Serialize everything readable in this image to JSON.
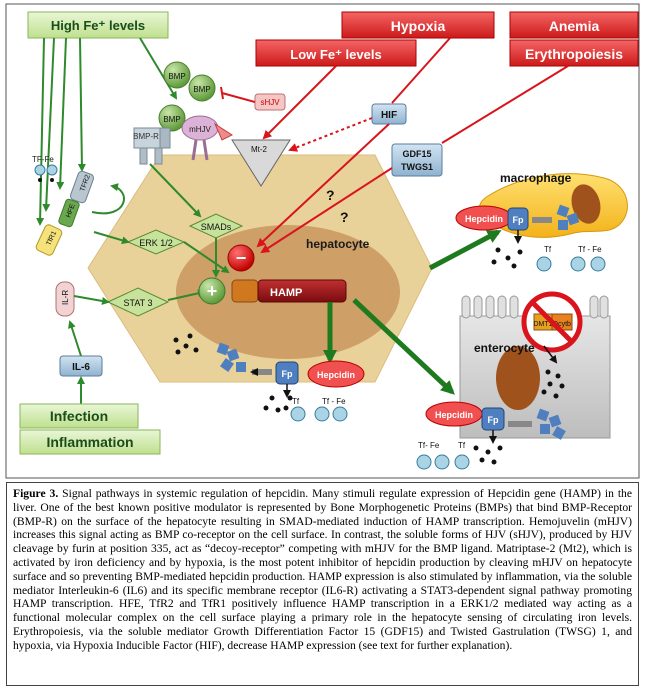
{
  "stimuli": {
    "high_fe": "High Fe⁺ levels",
    "low_fe": "Low Fe⁺ levels",
    "hypoxia": "Hypoxia",
    "anemia": "Anemia",
    "erythropoiesis": "Erythropoiesis",
    "infection": "Infection",
    "inflammation": "Inflammation"
  },
  "molecules": {
    "bmp": "BMP",
    "bmp_r": "BMP-R",
    "mhjv": "mHJV",
    "shjv": "sHJV",
    "mt2": "Mt-2",
    "hif": "HIF",
    "gdf15": "GDF15",
    "twsg1": "TWGS1",
    "tf_fe": "TF-Fe",
    "tfr2": "TFR2",
    "hfe": "HFE",
    "tfr1": "TfR1",
    "smads": "SMADs",
    "erk": "ERK 1/2",
    "stat3": "STAT 3",
    "il_r": "IL-R",
    "il6": "IL-6",
    "hamp": "HAMP",
    "hepcidin": "Hepcidin",
    "fp": "Fp",
    "tf": "Tf",
    "tf_fe_small": "Tf - Fe",
    "tf_fe_small2": "Tf- Fe",
    "dmt1": "DMT1",
    "dcytb": "Dcytb",
    "question": "?",
    "minus": "−",
    "plus": "+"
  },
  "cells": {
    "hepatocyte": "hepatocyte",
    "macrophage": "macrophage",
    "enterocyte": "enterocyte"
  },
  "caption": {
    "label": "Figure 3.",
    "text": " Signal pathways in systemic regulation of hepcidin. Many stimuli regulate expression of Hepcidin gene (HAMP) in the liver. One of the best known positive modulator is represented by Bone Morphogenetic Proteins (BMPs) that bind BMP-Receptor (BMP-R) on the surface of the hepatocyte resulting in SMAD-mediated induction of HAMP transcription. Hemojuvelin (mHJV) increases this signal acting as BMP co-receptor on the cell surface. In contrast, the soluble forms of HJV (sHJV), produced by HJV cleavage by furin at position 335, act as “decoy-receptor” competing with mHJV for the BMP ligand. Matriptase-2 (Mt2), which is activated by iron deficiency and by hypoxia, is the most potent inhibitor of hepcidin production by cleaving mHJV on hepatocyte surface and so preventing BMP-mediated hepcidin production. HAMP expression is also stimulated by inflammation, via the soluble mediator Interleukin-6 (IL6) and its specific membrane receptor (IL6-R) activating a STAT3-dependent signal pathway promoting HAMP transcription. HFE, TfR2 and TfR1 positively influence HAMP transcription in a ERK1/2 mediated way acting as a functional molecular complex on the cell surface playing a primary role in the hepatocyte sensing of circulating iron levels. Erythropoiesis, via the soluble mediator Growth Differentiation Factor 15 (GDF15) and Twisted Gastrulation (TWSG) 1, and hypoxia, via Hypoxia Inducible Factor (HIF), decrease HAMP expression (see text for further explanation)."
  },
  "colors": {
    "green_box": "#d6ecb0",
    "red_box": "#e8252b",
    "hepatocyte": "#e9d29a",
    "nucleus": "#c9965e",
    "hamp": "#a0141a",
    "arrow_green": "#2f8a2c",
    "arrow_red": "#d9141c"
  }
}
